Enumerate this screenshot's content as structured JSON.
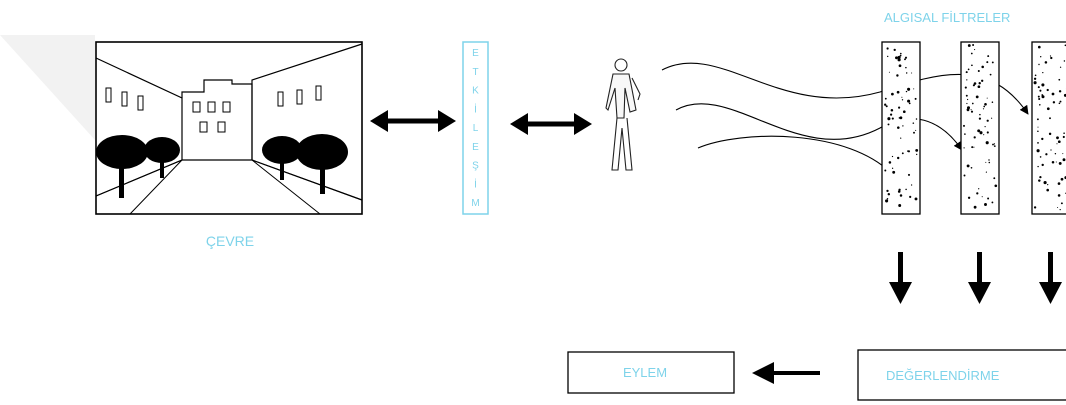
{
  "title": "ALGISAL FİLTRELER",
  "environment_label": "ÇEVRE",
  "interaction_letters": [
    "E",
    "T",
    "K",
    "İ",
    "L",
    "E",
    "Ş",
    "İ",
    "M"
  ],
  "evaluation_label": "DEĞERLENDİRME",
  "action_label": "EYLEM",
  "colors": {
    "label": "#7ed3ea",
    "line": "#000000",
    "watermark": "#f2f2f2"
  },
  "icons": {
    "environment": "street-scene-illustration",
    "person": "walking-person-icon",
    "double_arrow": "double-headed-arrow",
    "filter_panel": "speckled-filter-panel"
  }
}
